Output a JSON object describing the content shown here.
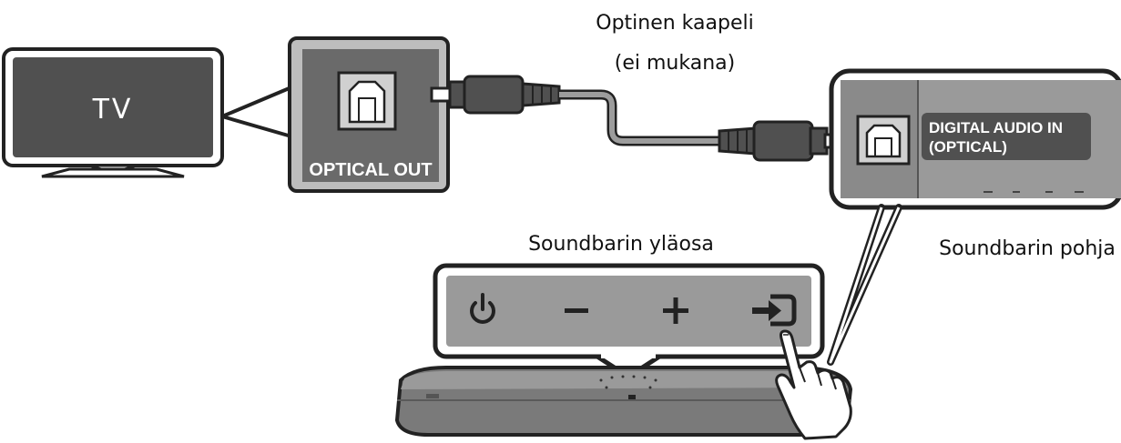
{
  "labels": {
    "tv": "TV",
    "optical_out": "OPTICAL OUT",
    "cable_line1": "Optinen kaapeli",
    "cable_line2": "(ei mukana)",
    "digital_in_line1": "DIGITAL AUDIO IN",
    "digital_in_line2": "(OPTICAL)",
    "soundbar_top": "Soundbarin yläosa",
    "soundbar_bottom": "Soundbarin pohja"
  },
  "icons": {
    "power": "power-icon",
    "volume_down": "minus-icon",
    "volume_up": "plus-icon",
    "source": "source-input-icon",
    "hand": "pointing-hand-icon"
  },
  "colors": {
    "dark_gray": "#505050",
    "mid_gray": "#8c8c8c",
    "light_gray": "#bdbdbd",
    "outline": "#222222"
  }
}
